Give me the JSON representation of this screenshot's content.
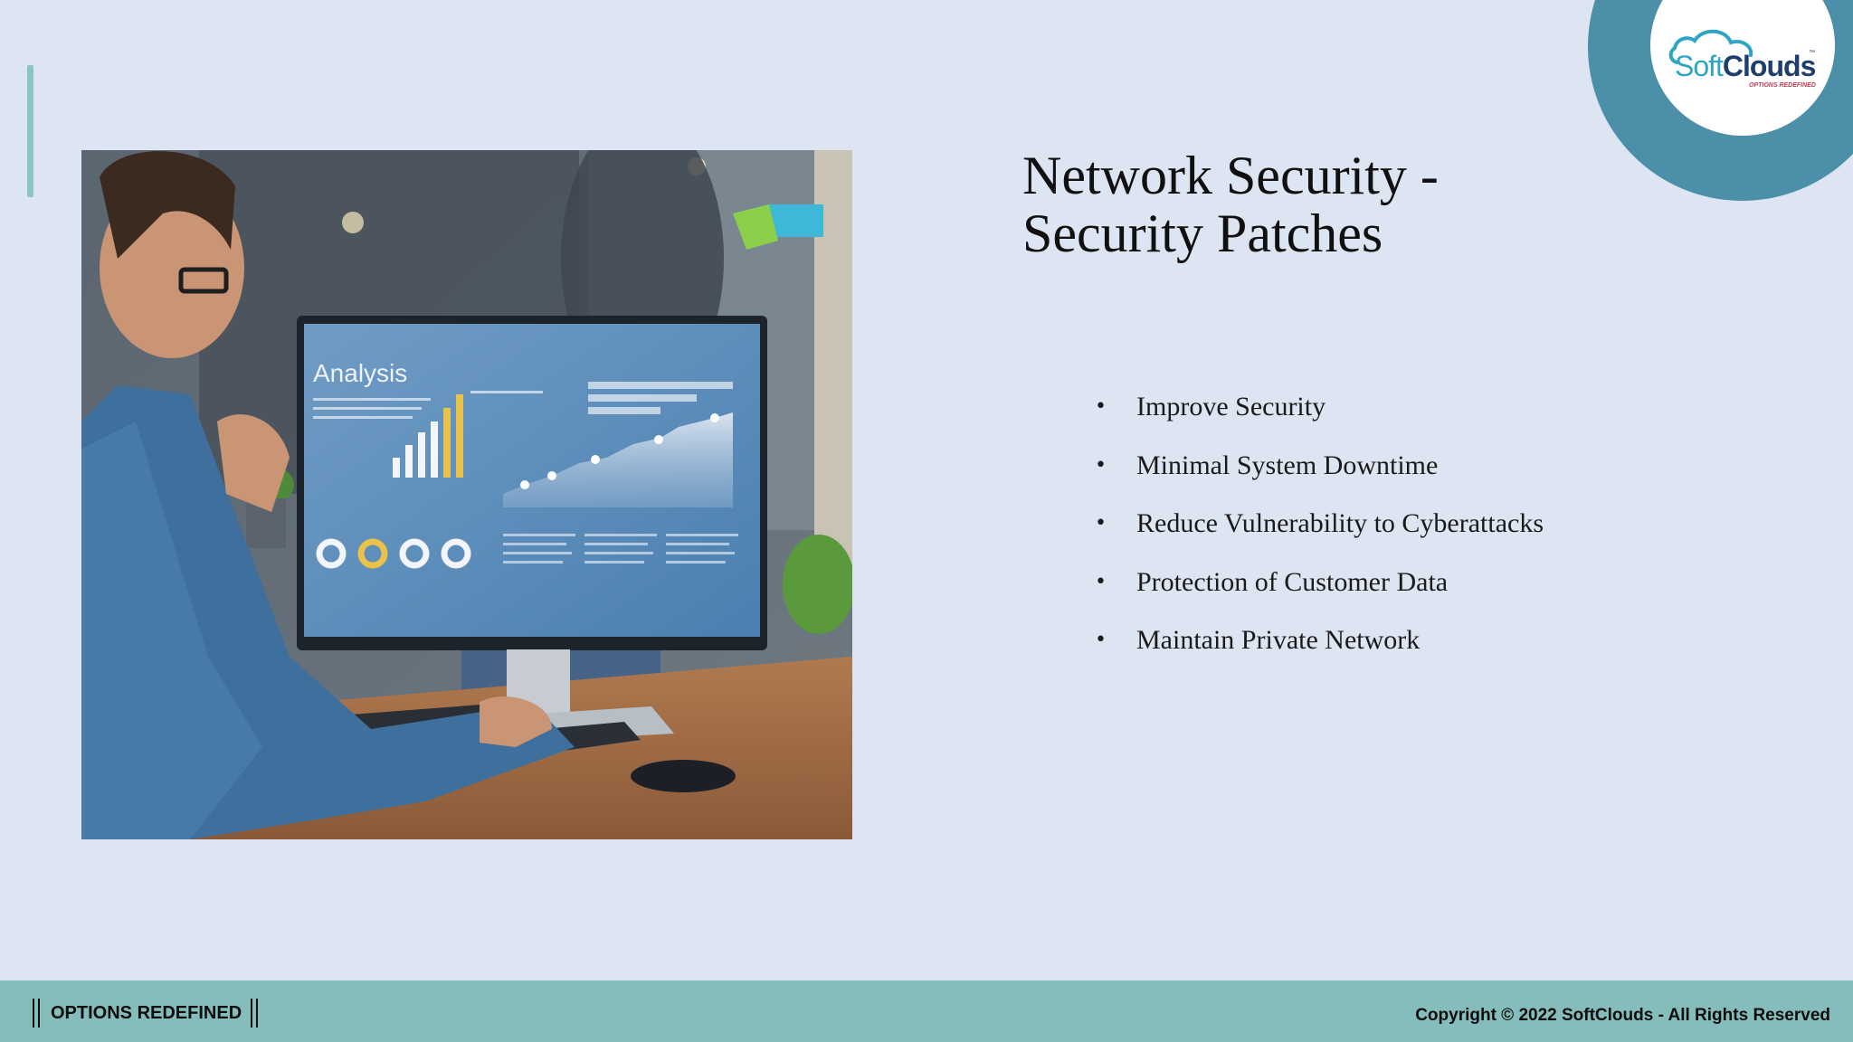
{
  "slide": {
    "title_line1": "Network Security -",
    "title_line2": "Security Patches",
    "bullets": [
      "Improve Security",
      "Minimal System Downtime",
      "Reduce Vulnerability to Cyberattacks",
      "Protection of Customer Data",
      "Maintain Private Network"
    ]
  },
  "photo": {
    "screen_heading": "Analysis"
  },
  "logo": {
    "word_soft": "Soft",
    "word_clouds": "Clouds",
    "trademark": "™",
    "tagline": "OPTIONS REDEFINED"
  },
  "footer": {
    "left_label": "OPTIONS REDEFINED",
    "copyright": "Copyright © 2022 SoftClouds - All Rights Reserved"
  },
  "colors": {
    "background": "#dde4f2",
    "footer": "#84bdbb",
    "logo_ring": "#4b8fa8",
    "accent_bar": "#8cc6c4"
  }
}
